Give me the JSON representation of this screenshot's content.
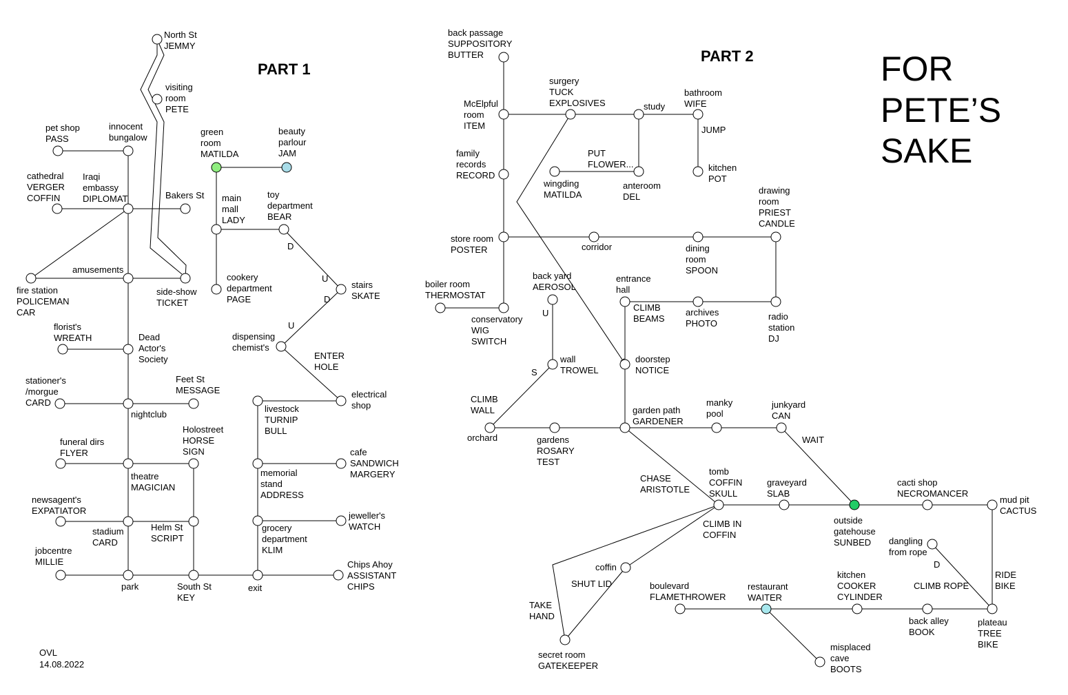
{
  "title": {
    "line1": "FOR",
    "line2": "PETE’S",
    "line3": "SAKE"
  },
  "part1": {
    "label": "PART 1"
  },
  "part2": {
    "label": "PART 2"
  },
  "credit": {
    "author": "OVL",
    "date": "14.08.2022"
  },
  "colors": {
    "start": "#90ee80",
    "item": "#a8dce8",
    "goal": "#22cc66",
    "waiter": "#a8e8ee",
    "node": "#ffffff",
    "line": "#000000"
  },
  "nodes": {
    "north_st": [
      "North St",
      "JEMMY"
    ],
    "visiting_room": [
      "visiting",
      "room",
      "PETE"
    ],
    "pet_shop": [
      "pet shop",
      "PASS"
    ],
    "innocent_bungalow": [
      "innocent",
      "bungalow"
    ],
    "cathedral": [
      "cathedral",
      "VERGER",
      "COFFIN"
    ],
    "iraqi_embassy": [
      "Iraqi",
      "embassy",
      "DIPLOMAT"
    ],
    "bakers_st": [
      "Bakers St"
    ],
    "fire_station": [
      "fire station",
      "POLICEMAN",
      "CAR"
    ],
    "amusements": [
      "amusements"
    ],
    "side_show": [
      "side-show",
      "TICKET"
    ],
    "florists": [
      "florist's",
      "WREATH"
    ],
    "dead_actors": [
      "Dead",
      "Actor's",
      "Society"
    ],
    "stationers": [
      "stationer's",
      "/morgue",
      "CARD"
    ],
    "feet_st": [
      "Feet St",
      "MESSAGE"
    ],
    "nightclub": [
      "nightclub"
    ],
    "funeral_dirs": [
      "funeral dirs",
      "FLYER"
    ],
    "holostreet": [
      "Holostreet",
      "HORSE",
      "SIGN"
    ],
    "theatre": [
      "theatre",
      "MAGICIAN"
    ],
    "newsagents": [
      "newsagent's",
      "EXPATIATOR"
    ],
    "stadium": [
      "stadium",
      "CARD"
    ],
    "helm_st": [
      "Helm St",
      "SCRIPT"
    ],
    "jobcentre": [
      "jobcentre",
      "MILLIE"
    ],
    "park": [
      "park"
    ],
    "south_st": [
      "South St",
      "KEY"
    ],
    "exit": [
      "exit"
    ],
    "green_room": [
      "green",
      "room",
      "MATILDA"
    ],
    "beauty_parlour": [
      "beauty",
      "parlour",
      "JAM"
    ],
    "main_mall": [
      "main",
      "mall",
      "LADY"
    ],
    "toy_department": [
      "toy",
      "department",
      "BEAR"
    ],
    "cookery_department": [
      "cookery",
      "department",
      "PAGE"
    ],
    "stairs": [
      "stairs",
      "SKATE"
    ],
    "dispensing_chemist": [
      "dispensing",
      "chemist's"
    ],
    "electrical_shop": [
      "electrical",
      "shop"
    ],
    "livestock": [
      "livestock",
      "TURNIP",
      "BULL"
    ],
    "cafe": [
      "cafe",
      "SANDWICH",
      "MARGERY"
    ],
    "memorial_stand": [
      "memorial",
      "stand",
      "ADDRESS"
    ],
    "jewellers": [
      "jeweller's",
      "WATCH"
    ],
    "grocery_department": [
      "grocery",
      "department",
      "KLIM"
    ],
    "chips_ahoy": [
      "Chips Ahoy",
      "ASSISTANT",
      "CHIPS"
    ],
    "back_passage": [
      "back passage",
      "SUPPOSITORY",
      "BUTTER"
    ],
    "mcelpful_room": [
      "McElpful",
      "room",
      "ITEM"
    ],
    "surgery": [
      "surgery",
      "TUCK",
      "EXPLOSIVES"
    ],
    "study": [
      "study"
    ],
    "bathroom": [
      "bathroom",
      "WIFE"
    ],
    "family_records": [
      "family",
      "records",
      "RECORD"
    ],
    "wingding": [
      "wingding",
      "MATILDA"
    ],
    "anteroom": [
      "anteroom",
      "DEL"
    ],
    "kitchen_pot": [
      "kitchen",
      "POT"
    ],
    "store_room": [
      "store room",
      "POSTER"
    ],
    "corridor": [
      "corridor"
    ],
    "dining_room": [
      "dining",
      "room",
      "SPOON"
    ],
    "drawing_room": [
      "drawing",
      "room",
      "PRIEST",
      "CANDLE"
    ],
    "boiler_room": [
      "boiler room",
      "THERMOSTAT"
    ],
    "conservatory": [
      "conservatory",
      "WIG",
      "SWITCH"
    ],
    "back_yard": [
      "back yard",
      "AEROSOL"
    ],
    "entrance_hall": [
      "entrance",
      "hall"
    ],
    "archives": [
      "archives",
      "PHOTO"
    ],
    "radio_station": [
      "radio",
      "station",
      "DJ"
    ],
    "wall": [
      "wall",
      "TROWEL"
    ],
    "doorstep": [
      "doorstep",
      "NOTICE"
    ],
    "orchard": [
      "orchard"
    ],
    "gardens": [
      "gardens",
      "ROSARY",
      "TEST"
    ],
    "garden_path": [
      "garden path",
      "GARDENER"
    ],
    "manky_pool": [
      "manky",
      "pool"
    ],
    "junkyard": [
      "junkyard",
      "CAN"
    ],
    "tomb": [
      "tomb",
      "COFFIN",
      "SKULL"
    ],
    "graveyard": [
      "graveyard",
      "SLAB"
    ],
    "outside_gatehouse": [
      "outside",
      "gatehouse",
      "SUNBED"
    ],
    "cacti_shop": [
      "cacti shop",
      "NECROMANCER"
    ],
    "mud_pit": [
      "mud pit",
      "CACTUS"
    ],
    "dangling": [
      "dangling",
      "from rope"
    ],
    "coffin": [
      "coffin"
    ],
    "boulevard": [
      "boulevard",
      "FLAMETHROWER"
    ],
    "restaurant": [
      "restaurant",
      "WAITER"
    ],
    "kitchen_cooker": [
      "kitchen",
      "COOKER",
      "CYLINDER"
    ],
    "back_alley": [
      "back alley",
      "BOOK"
    ],
    "plateau": [
      "plateau",
      "TREE",
      "BIKE"
    ],
    "secret_room": [
      "secret room",
      "GATEKEEPER"
    ],
    "misplaced_cave": [
      "misplaced",
      "cave",
      "BOOTS"
    ]
  },
  "annotations": {
    "d1": "D",
    "u1": "U",
    "d2": "D",
    "u2": "U",
    "enter_hole": [
      "ENTER",
      "HOLE"
    ],
    "jump": "JUMP",
    "put_flower": [
      "PUT",
      "FLOWER..."
    ],
    "climb_beams": [
      "CLIMB",
      "BEAMS"
    ],
    "u_backyard": "U",
    "s_wall": "S",
    "climb_wall": [
      "CLIMB",
      "WALL"
    ],
    "wait": "WAIT",
    "chase": [
      "CHASE",
      "ARISTOTLE"
    ],
    "climb_in_coffin": [
      "CLIMB IN",
      "COFFIN"
    ],
    "d_rope": "D",
    "climb_rope": "CLIMB ROPE",
    "ride_bike": [
      "RIDE",
      "BIKE"
    ],
    "shut_lid": "SHUT LID",
    "take_hand": [
      "TAKE",
      "HAND"
    ]
  }
}
